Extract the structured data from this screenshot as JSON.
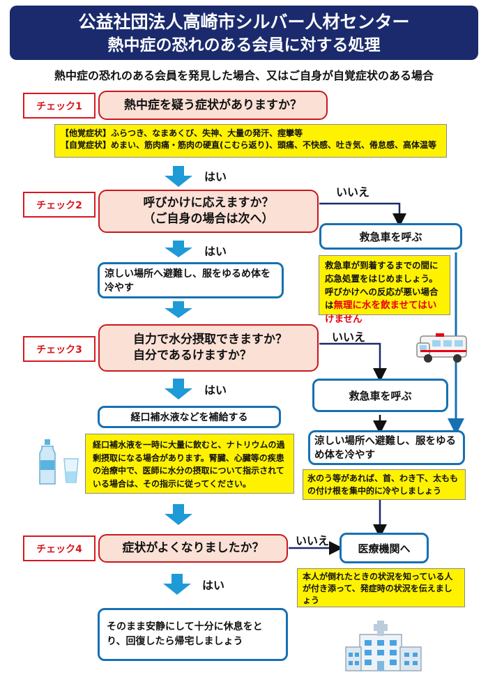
{
  "title": {
    "line1": "公益社団法人高崎市シルバー人材センター",
    "line2": "熱中症の恐れのある会員に対する処理"
  },
  "subtitle": "熱中症の恐れのある会員を発見した場合、又はご自身が自覚症状のある場合",
  "check1": {
    "label": "チェック1",
    "question": "熱中症を疑う症状がありますか？",
    "symptoms": {
      "other_tag": "【他覚症状】",
      "other_text": "ふらつき、なまあくび、失神、大量の発汗、痙攣等",
      "self_tag": "【自覚症状】",
      "self_text": "めまい、筋肉痛・筋肉の硬直(こむら返り)、頭痛、不快感、吐き気、倦怠感、高体温等"
    }
  },
  "yes": "はい",
  "no": "いいえ",
  "check2": {
    "label": "チェック2",
    "question_line1": "呼びかけに応えますか？",
    "question_line2": "（ご自身の場合は次へ）",
    "call_ambulance": "救急車を呼ぶ",
    "ambulance_note_part1": "救急車が到着するまでの間に応急処置をはじめましょう。　呼びかけへの反応が悪い場合は",
    "ambulance_note_red": "無理に水を飲ませてはいけません",
    "cool_action": "涼しい場所へ避難し、服をゆるめ体を冷やす"
  },
  "check3": {
    "label": "チェック3",
    "question_line1": "自力で水分摂取できますか？",
    "question_line2": "自分であるけますか？",
    "call_ambulance": "救急車を呼ぶ",
    "rehydrate": "経口補水液などを補給する",
    "rehydrate_note": "経口補水液を一時に大量に飲むと、ナトリウムの過剰摂取になる場合があります。腎臓、心臓等の疾患の治療中で、医師に水分の摂取について指示されている場合は、その指示に従ってください。",
    "cool_action": "涼しい場所へ避難し、服をゆるめ体を冷やす",
    "ice_note": "氷のう等があれば、首、わき下、太ももの付け根を集中的に冷やしましょう"
  },
  "check4": {
    "label": "チェック4",
    "question": "症状がよくなりましたか？",
    "hospital": "医療機関へ",
    "hospital_note": "本人が倒れたときの状況を知っている人が付き添って、発症時の状況を伝えましょう",
    "rest": "そのまま安静にして十分に休息をとり、回復したら帰宅しましょう"
  },
  "colors": {
    "navy": "#1a2a6c",
    "red": "#d8171e",
    "pink": "#fbe0d6",
    "yellow": "#fff200",
    "blue": "#1670b3",
    "arrow": "#1e9ad6"
  }
}
